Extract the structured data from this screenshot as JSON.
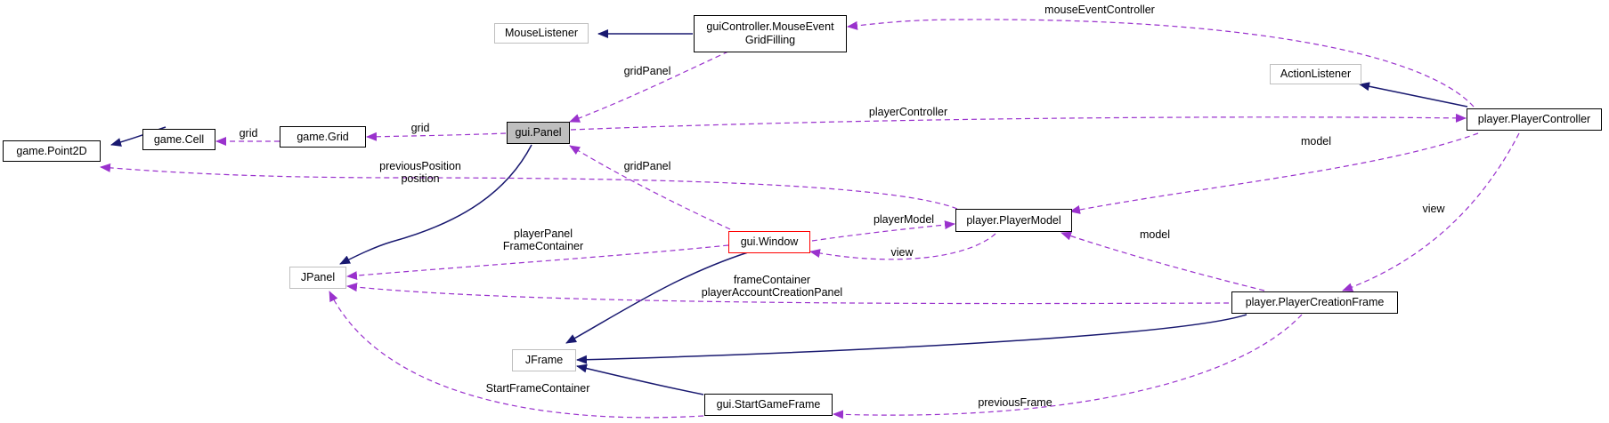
{
  "colors": {
    "inheritance": "#191970",
    "usage": "#9a32cd",
    "external_border": "#bfbfbf",
    "focus_fill": "#bfbfbf",
    "highlight_border": "#ff0000"
  },
  "nodes": {
    "mouse_listener": "MouseListener",
    "mouse_event_controller": "guiController.MouseEvent\nGridFilling",
    "action_listener": "ActionListener",
    "player_controller": "player.PlayerController",
    "game_point2d": "game.Point2D",
    "game_cell": "game.Cell",
    "game_grid": "game.Grid",
    "gui_panel": "gui.Panel",
    "player_model": "player.PlayerModel",
    "gui_window": "gui.Window",
    "jpanel": "JPanel",
    "player_creation_frame": "player.PlayerCreationFrame",
    "jframe": "JFrame",
    "start_game_frame": "gui.StartGameFrame"
  },
  "edge_labels": {
    "mouse_event_controller": "mouseEventController",
    "grid_panel_top": "gridPanel",
    "player_controller": "playerController",
    "grid": "grid",
    "cell_grid": "grid",
    "position": "previousPosition\nposition",
    "model_top": "model",
    "grid_panel_window": "gridPanel",
    "view_right": "view",
    "player_model": "playerModel",
    "player_panel": "playerPanel\nFrameContainer",
    "view_window": "view",
    "model_creation": "model",
    "frame_container": "frameContainer\nplayerAccountCreationPanel",
    "start_frame_container": "StartFrameContainer",
    "previous_frame": "previousFrame"
  }
}
